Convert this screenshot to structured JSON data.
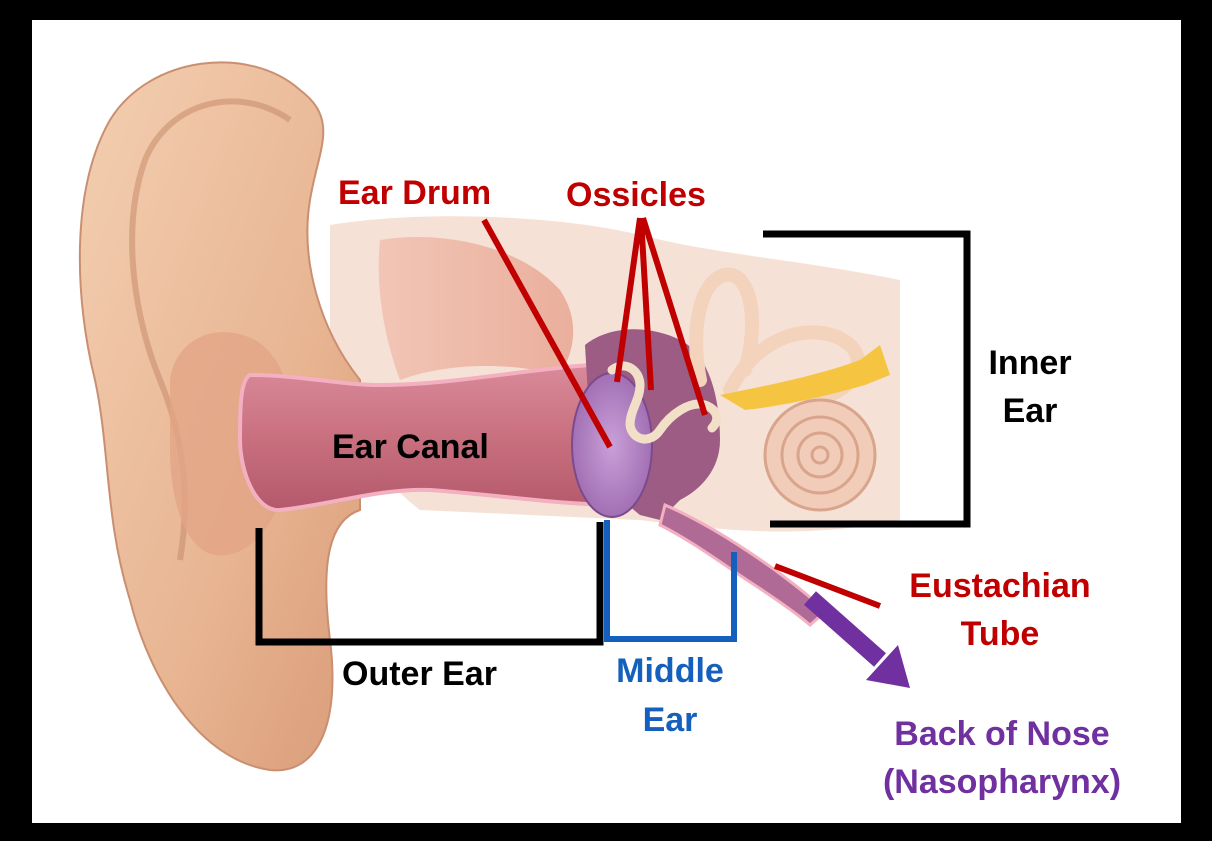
{
  "labels": {
    "ear_drum": "Ear Drum",
    "ossicles": "Ossicles",
    "inner_ear_line1": "Inner",
    "inner_ear_line2": "Ear",
    "ear_canal": "Ear Canal",
    "eustachian_line1": "Eustachian",
    "eustachian_line2": "Tube",
    "outer_ear": "Outer Ear",
    "middle_ear_line1": "Middle",
    "middle_ear_line2": "Ear",
    "nose_line1": "Back of Nose",
    "nose_line2": "(Nasopharynx)"
  },
  "colors": {
    "structure_label": "#c00000",
    "region_label": "#000000",
    "middle_ear": "#1560bd",
    "nasopharynx": "#7030a0",
    "frame": "#000000"
  }
}
